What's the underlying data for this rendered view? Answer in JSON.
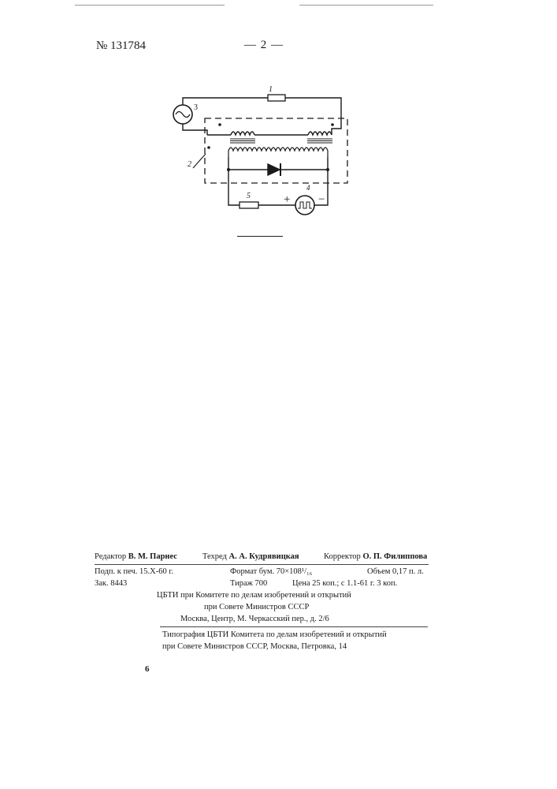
{
  "header": {
    "patent_number": "№ 131784",
    "page_indicator": "— 2 —"
  },
  "figure": {
    "label_1": "1",
    "label_2": "2",
    "label_3": "3",
    "label_4": "4",
    "label_5": "5",
    "plus": "+",
    "minus": "−"
  },
  "imprint": {
    "editor_label": "Редактор",
    "editor_name": "В. М. Парнес",
    "techred_label": "Техред",
    "techred_name": "А. А. Кудрявицкая",
    "corrector_label": "Корректор",
    "corrector_name": "О. П. Филиппова",
    "signed_print": "Подп. к печ. 15.X-60 г.",
    "paper_format": "Формат бум. 70×108¹/₁₆",
    "volume": "Объем 0,17 п. л.",
    "order": "Зак. 8443",
    "circulation": "Тираж 700",
    "price": "Цена 25 коп.; с 1.1-61 г.   3 коп.",
    "publisher_1": "ЦБТИ при Комитете по делам изобретений и открытий",
    "publisher_2": "при Совете Министров СССР",
    "publisher_3": "Москва, Центр, М. Черкасский пер., д. 2/6",
    "printer_1": "Типография ЦБТИ Комитета по делам изобретений и открытий",
    "printer_2": "при Совете Министров СССР, Москва, Петровка, 14"
  },
  "page_number": "6"
}
